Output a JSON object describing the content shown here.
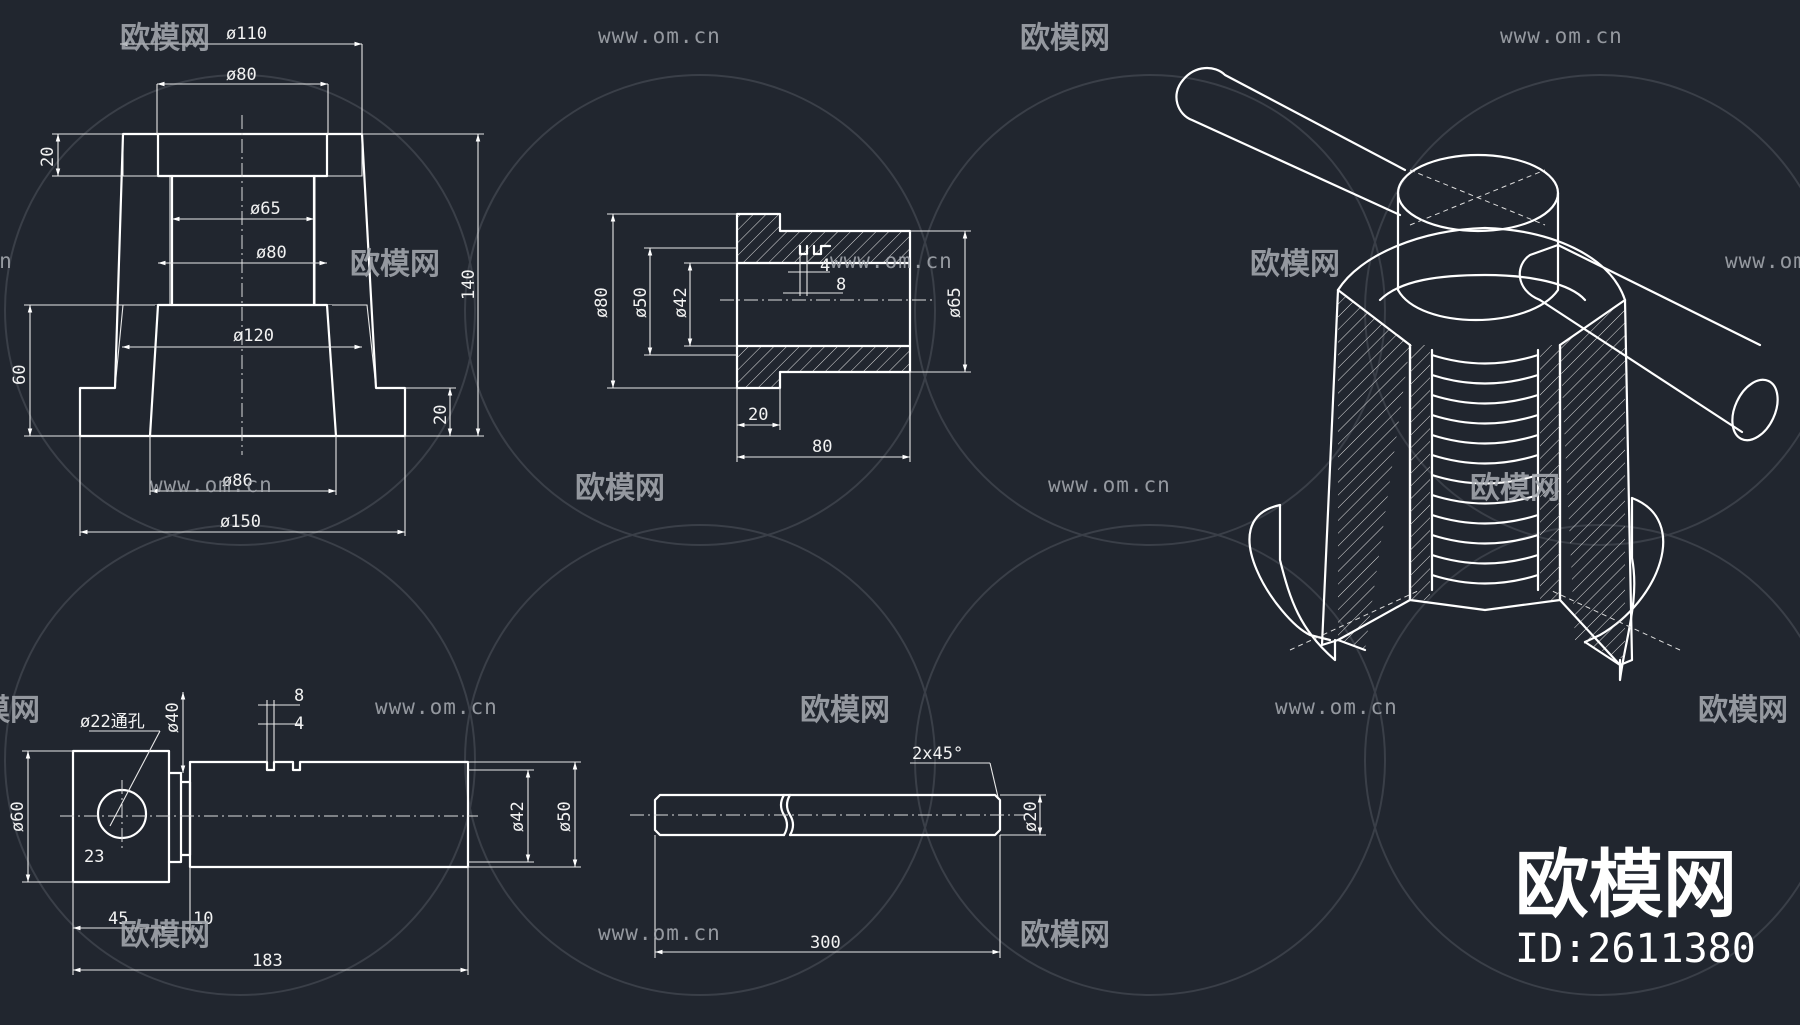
{
  "watermark": {
    "brand_text": "欧模网",
    "url_text": "www.om.cn"
  },
  "brand_block": {
    "name": "欧模网",
    "id": "ID:2611380"
  },
  "base_view": {
    "dims": [
      "ø110",
      "ø80",
      "ø65",
      "ø80",
      "ø120",
      "ø86",
      "ø150",
      "20",
      "140",
      "60",
      "20"
    ]
  },
  "nut_view": {
    "dims": [
      "ø80",
      "ø50",
      "ø42",
      "ø65",
      "4",
      "8",
      "20",
      "80"
    ]
  },
  "screw_view": {
    "dims": [
      "ø22通孔",
      "ø40",
      "8",
      "4",
      "ø60",
      "ø42",
      "ø50",
      "23",
      "45",
      "10",
      "183"
    ]
  },
  "rod_view": {
    "dims": [
      "2x45°",
      "ø20",
      "300"
    ]
  }
}
